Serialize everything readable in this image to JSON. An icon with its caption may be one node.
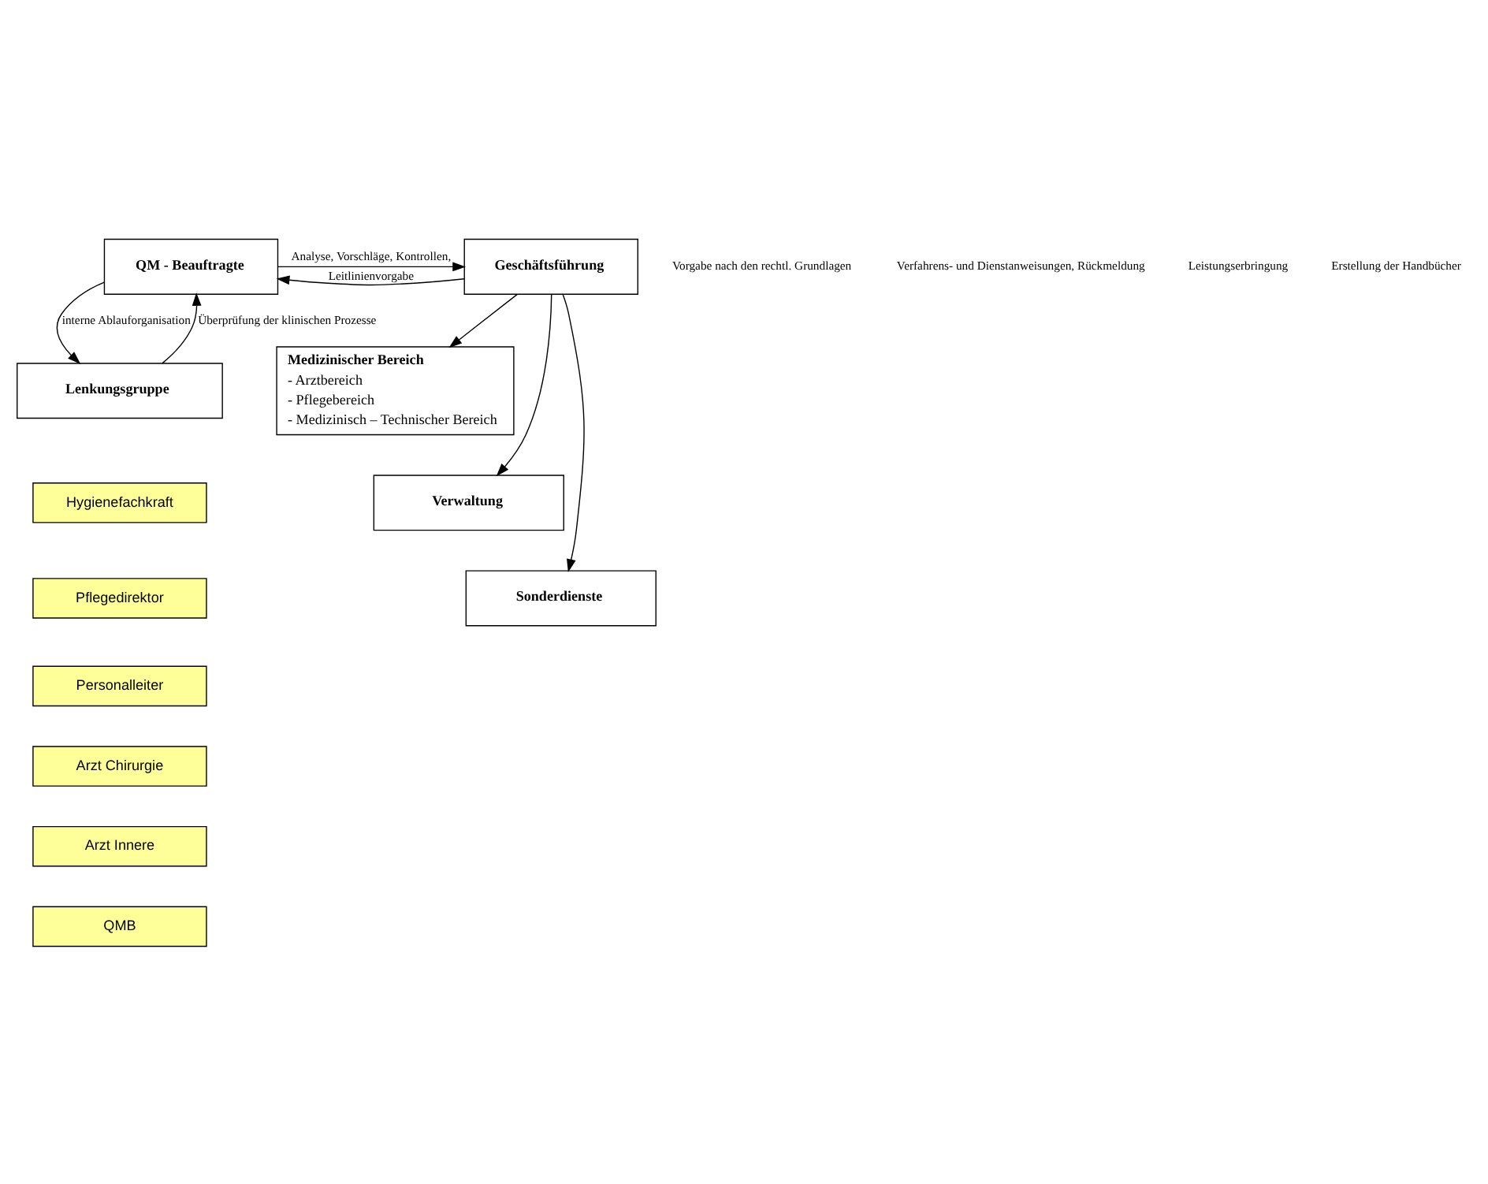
{
  "diagram": {
    "nodes": [
      {
        "text": [
          "QM - Beauftragte"
        ]
      },
      {
        "text": [
          "Geschäftsführung"
        ]
      },
      {
        "text": [
          "Medizinischer Bereich",
          "- Arztbereich",
          "- Pflegebereich",
          "- Medizinisch – Technischer Bereich"
        ]
      },
      {
        "text": [
          "Verwaltung"
        ]
      },
      {
        "text": [
          "Sonderdienste"
        ]
      },
      {
        "text": [
          "Lenkungsgruppe"
        ]
      },
      {
        "text": [
          "Hygienefachkraft"
        ]
      },
      {
        "text": [
          "Pflegedirektor"
        ]
      },
      {
        "text": [
          "Personalleiter"
        ]
      },
      {
        "text": [
          "Arzt Chirurgie"
        ]
      },
      {
        "text": [
          "Arzt Innere"
        ]
      },
      {
        "text": [
          "QMB"
        ]
      }
    ],
    "edges": [
      {
        "from": 1,
        "to": 0,
        "arrow": "to",
        "label": "Leitlinienvorgabe"
      },
      {
        "from": 0,
        "to": 1,
        "arrow": "to",
        "label": "Analyse, Vorschläge, Kontrollen,"
      },
      {
        "from": 0,
        "to": 5,
        "arrow": "to",
        "label": "interne Ablauforganisation"
      },
      {
        "from": 5,
        "to": 0,
        "arrow": "to",
        "label": "Überprüfung der klinischen Prozesse"
      },
      {
        "from": 1,
        "to": 2,
        "arrow": "to"
      },
      {
        "from": 1,
        "to": 3,
        "arrow": "to"
      },
      {
        "from": 1,
        "to": 4,
        "arrow": "to"
      }
    ],
    "labels": [
      "Vorgabe nach den rechtl. Grundlagen",
      "Verfahrens- und Dienstanweisungen, Rückmeldung",
      "Leistungserbringung",
      "Erstellung der Handbücher"
    ]
  }
}
